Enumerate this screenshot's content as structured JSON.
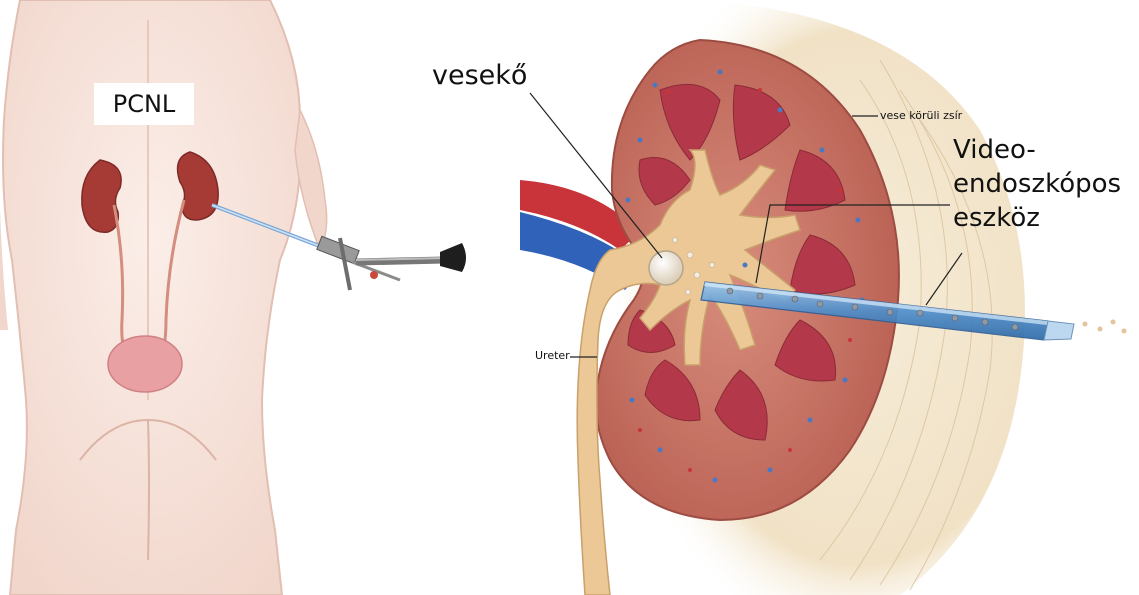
{
  "labels": {
    "procedure": "PCNL",
    "stone": "vesekő",
    "perirenal_fat": "vese körüli zsír",
    "device_line1": "Video-",
    "device_line2": "endoszkópos",
    "device_line3": "eszköz",
    "ureter": "Ureter"
  },
  "colors": {
    "skin": "#f5dfd6",
    "kidney_cortex": "#c9776a",
    "medulla": "#b03a48",
    "pelvis": "#e9c79a",
    "scope": "#5b9bd5",
    "fat": "#f2e6cf"
  }
}
